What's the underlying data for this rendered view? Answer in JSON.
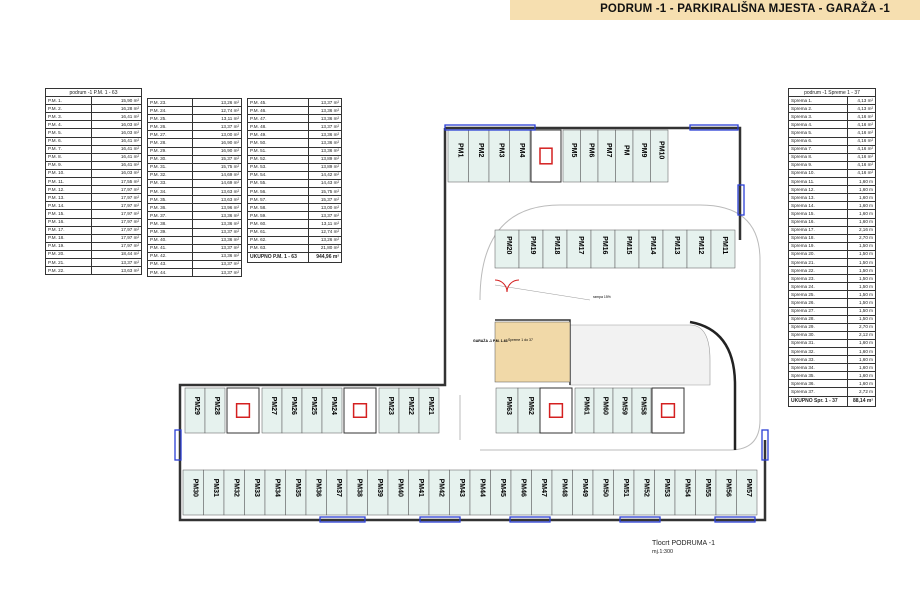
{
  "title": "PODRUM -1  -  PARKIRALIŠNA MJESTA  - GARAŽA -1",
  "parking_table": {
    "header": "podrum -1     P.M.  1 - 63",
    "rows": [
      [
        "P.M. 1.",
        "15,90 m²"
      ],
      [
        "P.M. 2.",
        "16,28 m²"
      ],
      [
        "P.M. 3.",
        "16,41 m²"
      ],
      [
        "P.M. 4.",
        "16,03 m²"
      ],
      [
        "P.M. 5.",
        "16,03 m²"
      ],
      [
        "P.M. 6.",
        "16,41 m²"
      ],
      [
        "P.M. 7.",
        "16,41 m²"
      ],
      [
        "P.M. 8.",
        "16,41 m²"
      ],
      [
        "P.M. 9.",
        "16,41 m²"
      ],
      [
        "P.M. 10.",
        "16,03 m²"
      ],
      [
        "P.M. 11.",
        "17,55 m²"
      ],
      [
        "P.M. 12.",
        "17,97 m²"
      ],
      [
        "P.M. 13.",
        "17,97 m²"
      ],
      [
        "P.M. 14.",
        "17,97 m²"
      ],
      [
        "P.M. 15.",
        "17,97 m²"
      ],
      [
        "P.M. 16.",
        "17,97 m²"
      ],
      [
        "P.M. 17.",
        "17,97 m²"
      ],
      [
        "P.M. 18.",
        "17,97 m²"
      ],
      [
        "P.M. 19.",
        "17,97 m²"
      ],
      [
        "P.M. 20.",
        "18,44 m²"
      ],
      [
        "P.M. 21.",
        "13,37 m²"
      ],
      [
        "P.M. 22.",
        "13,63 m²"
      ],
      [
        "P.M. 23.",
        "13,26 m²"
      ],
      [
        "P.M. 24.",
        "12,74 m²"
      ],
      [
        "P.M. 25.",
        "13,11 m²"
      ],
      [
        "P.M. 26.",
        "13,37 m²"
      ],
      [
        "P.M. 27.",
        "13,00 m²"
      ],
      [
        "P.M. 28.",
        "16,90 m²"
      ],
      [
        "P.M. 29.",
        "16,90 m²"
      ],
      [
        "P.M. 30.",
        "15,37 m²"
      ],
      [
        "P.M. 31.",
        "15,75 m²"
      ],
      [
        "P.M. 32.",
        "14,69 m²"
      ],
      [
        "P.M. 33.",
        "14,69 m²"
      ],
      [
        "P.M. 34.",
        "13,63 m²"
      ],
      [
        "P.M. 35.",
        "13,63 m²"
      ],
      [
        "P.M. 36.",
        "13,96 m²"
      ],
      [
        "P.M. 37.",
        "13,36 m²"
      ],
      [
        "P.M. 38.",
        "13,36 m²"
      ],
      [
        "P.M. 39.",
        "13,37 m²"
      ],
      [
        "P.M. 40.",
        "13,36 m²"
      ],
      [
        "P.M. 41.",
        "13,37 m²"
      ],
      [
        "P.M. 42.",
        "13,36 m²"
      ],
      [
        "P.M. 43.",
        "13,37 m²"
      ],
      [
        "P.M. 44.",
        "13,37 m²"
      ],
      [
        "P.M. 45.",
        "13,37 m²"
      ],
      [
        "P.M. 46.",
        "13,36 m²"
      ],
      [
        "P.M. 47.",
        "13,36 m²"
      ],
      [
        "P.M. 48.",
        "13,37 m²"
      ],
      [
        "P.M. 49.",
        "13,36 m²"
      ],
      [
        "P.M. 50.",
        "13,36 m²"
      ],
      [
        "P.M. 51.",
        "13,36 m²"
      ],
      [
        "P.M. 52.",
        "13,89 m²"
      ],
      [
        "P.M. 53.",
        "13,89 m²"
      ],
      [
        "P.M. 54.",
        "14,42 m²"
      ],
      [
        "P.M. 55.",
        "14,43 m²"
      ],
      [
        "P.M. 56.",
        "15,75 m²"
      ],
      [
        "P.M. 57.",
        "15,37 m²"
      ],
      [
        "P.M. 58.",
        "13,00 m²"
      ],
      [
        "P.M. 59.",
        "13,37 m²"
      ],
      [
        "P.M. 60.",
        "13,11 m²"
      ],
      [
        "P.M. 61.",
        "12,74 m²"
      ],
      [
        "P.M. 62.",
        "13,26 m²"
      ],
      [
        "P.M. 63.",
        "21,80 m²"
      ]
    ],
    "total_label": "UKUPNO P.M. 1 - 63",
    "total_value": "944,96 m²"
  },
  "storage_table": {
    "header": "podrum -1   Spreme  1 - 37",
    "rows": [
      [
        "Sprema 1.",
        "4,13 m²"
      ],
      [
        "Sprema 2.",
        "4,13 m²"
      ],
      [
        "Sprema 3.",
        "4,16 m²"
      ],
      [
        "Sprema 4.",
        "4,16 m²"
      ],
      [
        "Sprema 5.",
        "4,16 m²"
      ],
      [
        "Sprema 6.",
        "4,16 m²"
      ],
      [
        "Sprema 7.",
        "4,16 m²"
      ],
      [
        "Sprema 8.",
        "4,16 m²"
      ],
      [
        "Sprema 9.",
        "4,16 m²"
      ],
      [
        "Sprema 10.",
        "4,16 m²"
      ],
      [
        "Sprema 11.",
        "1,60 m"
      ],
      [
        "Sprema 12.",
        "1,60 m"
      ],
      [
        "Sprema 13.",
        "1,60 m"
      ],
      [
        "Sprema 14.",
        "1,60 m"
      ],
      [
        "Sprema 15.",
        "1,60 m"
      ],
      [
        "Sprema 16.",
        "1,60 m"
      ],
      [
        "Sprema 17.",
        "2,16 m"
      ],
      [
        "Sprema 18.",
        "2,70 m"
      ],
      [
        "Sprema 19.",
        "1,50 m"
      ],
      [
        "Sprema 20.",
        "1,50 m"
      ],
      [
        "Sprema 21.",
        "1,50 m"
      ],
      [
        "Sprema 22.",
        "1,50 m"
      ],
      [
        "Sprema 23.",
        "1,50 m"
      ],
      [
        "Sprema 24.",
        "1,50 m"
      ],
      [
        "Sprema 25.",
        "1,50 m"
      ],
      [
        "Sprema 26.",
        "1,50 m"
      ],
      [
        "Sprema 27.",
        "1,50 m"
      ],
      [
        "Sprema 28.",
        "1,50 m"
      ],
      [
        "Sprema 29.",
        "2,70 m"
      ],
      [
        "Sprema 30.",
        "2,12 m"
      ],
      [
        "Sprema 31.",
        "1,60 m"
      ],
      [
        "Sprema 32.",
        "1,60 m"
      ],
      [
        "Sprema 33.",
        "1,60 m"
      ],
      [
        "Sprema 34.",
        "1,60 m"
      ],
      [
        "Sprema 35.",
        "1,60 m"
      ],
      [
        "Sprema 36.",
        "1,60 m"
      ],
      [
        "Sprema 37.",
        "2,72 m"
      ]
    ],
    "total_label": "UKUPNO Spr. 1 - 37",
    "total_value": "88,14 m²"
  },
  "plan": {
    "row_top": [
      "PM1",
      "PM2",
      "PM3",
      "PM4",
      "PM5",
      "PM6",
      "PM7",
      "PM",
      "PM9",
      "PM10"
    ],
    "row_second": [
      "PM20",
      "PM19",
      "PM18",
      "PM17",
      "PM16",
      "PM15",
      "PM14",
      "PM13",
      "PM12",
      "PM11"
    ],
    "row_left_upper": [
      "PM29",
      "PM28",
      "PM27",
      "PM26",
      "PM25",
      "PM24",
      "PM23",
      "PM22",
      "PM21"
    ],
    "row_mid": [
      "PM63",
      "PM62",
      "PM61",
      "PM60",
      "PM59",
      "PM58"
    ],
    "row_bottom": [
      "PM30",
      "PM31",
      "PM32",
      "PM33",
      "PM34",
      "PM35",
      "PM36",
      "PM37",
      "PM38",
      "PM39",
      "PM40",
      "PM41",
      "PM42",
      "PM43",
      "PM44",
      "PM45",
      "PM46",
      "PM47",
      "PM48",
      "PM49",
      "PM50",
      "PM51",
      "PM52",
      "PM53",
      "PM54",
      "PM55",
      "PM56",
      "PM57"
    ],
    "ramp_label": "rampa 15%",
    "garage_label": "GARAŽA -1 P.M. 1-63",
    "storage_label": "Spreme 1 do 37",
    "colors": {
      "wall": "#333333",
      "window": "#2b3fd6",
      "space": "#e6f2ee",
      "door": "#d42020",
      "storage": "#f1d9a8"
    }
  },
  "caption": {
    "title": "Tlocrt PODRUMA -1",
    "scale": "mj.1:300"
  }
}
